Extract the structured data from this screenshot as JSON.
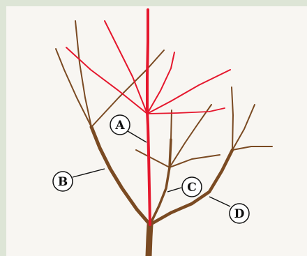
{
  "colors": {
    "background": "#f8f6f2",
    "border": "#dde5d6",
    "branch_brown": "#7a4a22",
    "branch_red": "#e5172d",
    "leader_line": "#111111",
    "callout_fill": "#ffffff"
  },
  "callouts": [
    {
      "id": "A",
      "label": "A"
    },
    {
      "id": "B",
      "label": "B"
    },
    {
      "id": "C",
      "label": "C"
    },
    {
      "id": "D",
      "label": "D"
    }
  ]
}
